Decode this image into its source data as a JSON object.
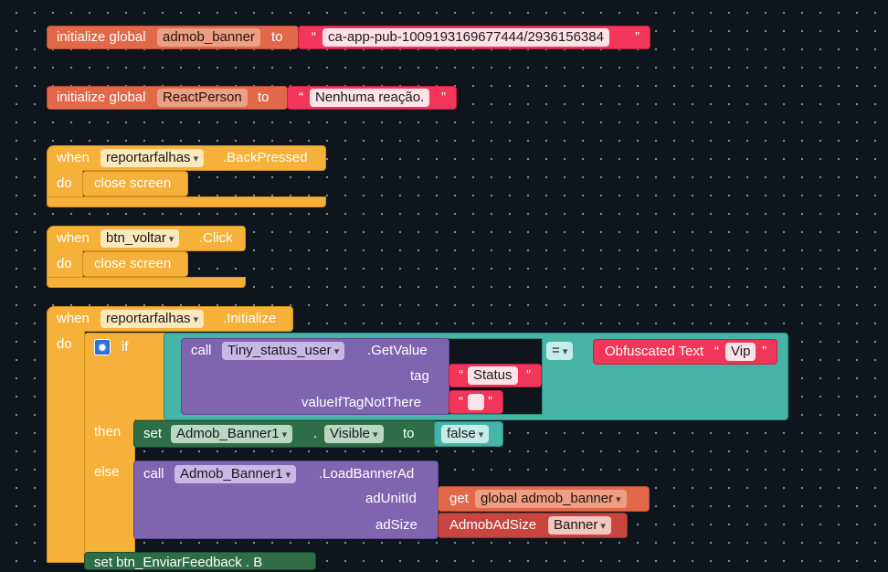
{
  "global1": {
    "kw": "initialize global",
    "name": "admob_banner",
    "to": "to",
    "value": "ca-app-pub-1009193169677444/2936156384"
  },
  "global2": {
    "kw": "initialize global",
    "name": "ReactPerson",
    "to": "to",
    "value": "Nenhuma reação."
  },
  "quote_open": "“",
  "quote_close": "”",
  "event1": {
    "when": "when",
    "component": "reportarfalhas",
    "event": ".BackPressed",
    "do": "do",
    "action": "close screen"
  },
  "event2": {
    "when": "when",
    "component": "btn_voltar",
    "event": ".Click",
    "do": "do",
    "action": "close screen"
  },
  "event3": {
    "when": "when",
    "component": "reportarfalhas",
    "event": ".Initialize",
    "do": "do",
    "if_kw": "if",
    "then_kw": "then",
    "else_kw": "else",
    "getvalue": {
      "call": "call",
      "component": "Tiny_status_user",
      "method": ".GetValue",
      "tag_label": "tag",
      "tag_value": "Status",
      "default_label": "valueIfTagNotThere",
      "default_value": ""
    },
    "compare_op": "=",
    "obfuscated": {
      "label": "Obfuscated Text",
      "value": "Vip"
    },
    "setter": {
      "set": "set",
      "component": "Admob_Banner1",
      "dot": ".",
      "property": "Visible",
      "to": "to",
      "value": "false"
    },
    "loadad": {
      "call": "call",
      "component": "Admob_Banner1",
      "method": ".LoadBannerAd",
      "param1": "adUnitId",
      "param2": "adSize"
    },
    "getglobal": {
      "get": "get",
      "var": "global admob_banner"
    },
    "adsize": {
      "label": "AdmobAdSize",
      "value": "Banner"
    },
    "partial": "set btn_EnviarFeedback . B"
  }
}
